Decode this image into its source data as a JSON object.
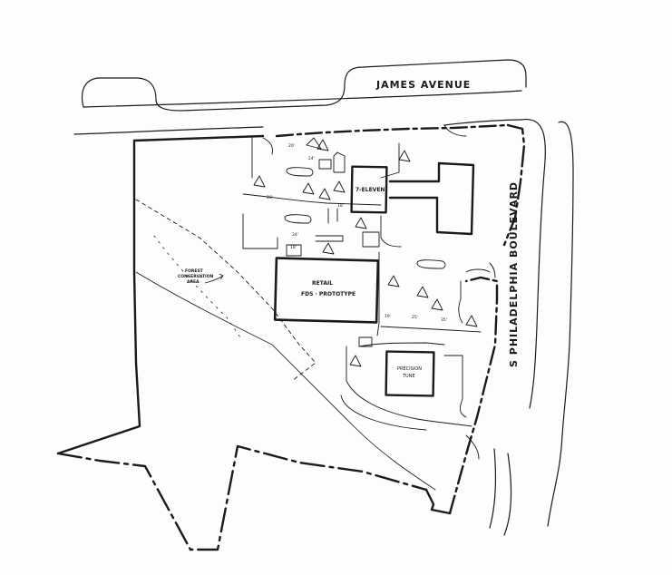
{
  "streets": {
    "north": "JAMES AVENUE",
    "east": "S PHILADELPHIA BOULEVARD"
  },
  "buildings": {
    "seven_eleven": "7-ELEVEN",
    "retail_line1": "RETAIL",
    "retail_line2": "FDS · PROTOTYPE",
    "precision_line1": "PRECISION",
    "precision_line2": "TUNE"
  },
  "annotations": {
    "forest_line1": "FOREST",
    "forest_line2": "CONSERVATION",
    "forest_line3": "AREA"
  },
  "dimensions": {
    "d20": "20'",
    "d18": "18'",
    "d24": "24'",
    "d25": "25'",
    "d35": "35'",
    "d19": "19'"
  },
  "colors": {
    "ink": "#1a1a1a",
    "paper": "#fdfdfc"
  }
}
